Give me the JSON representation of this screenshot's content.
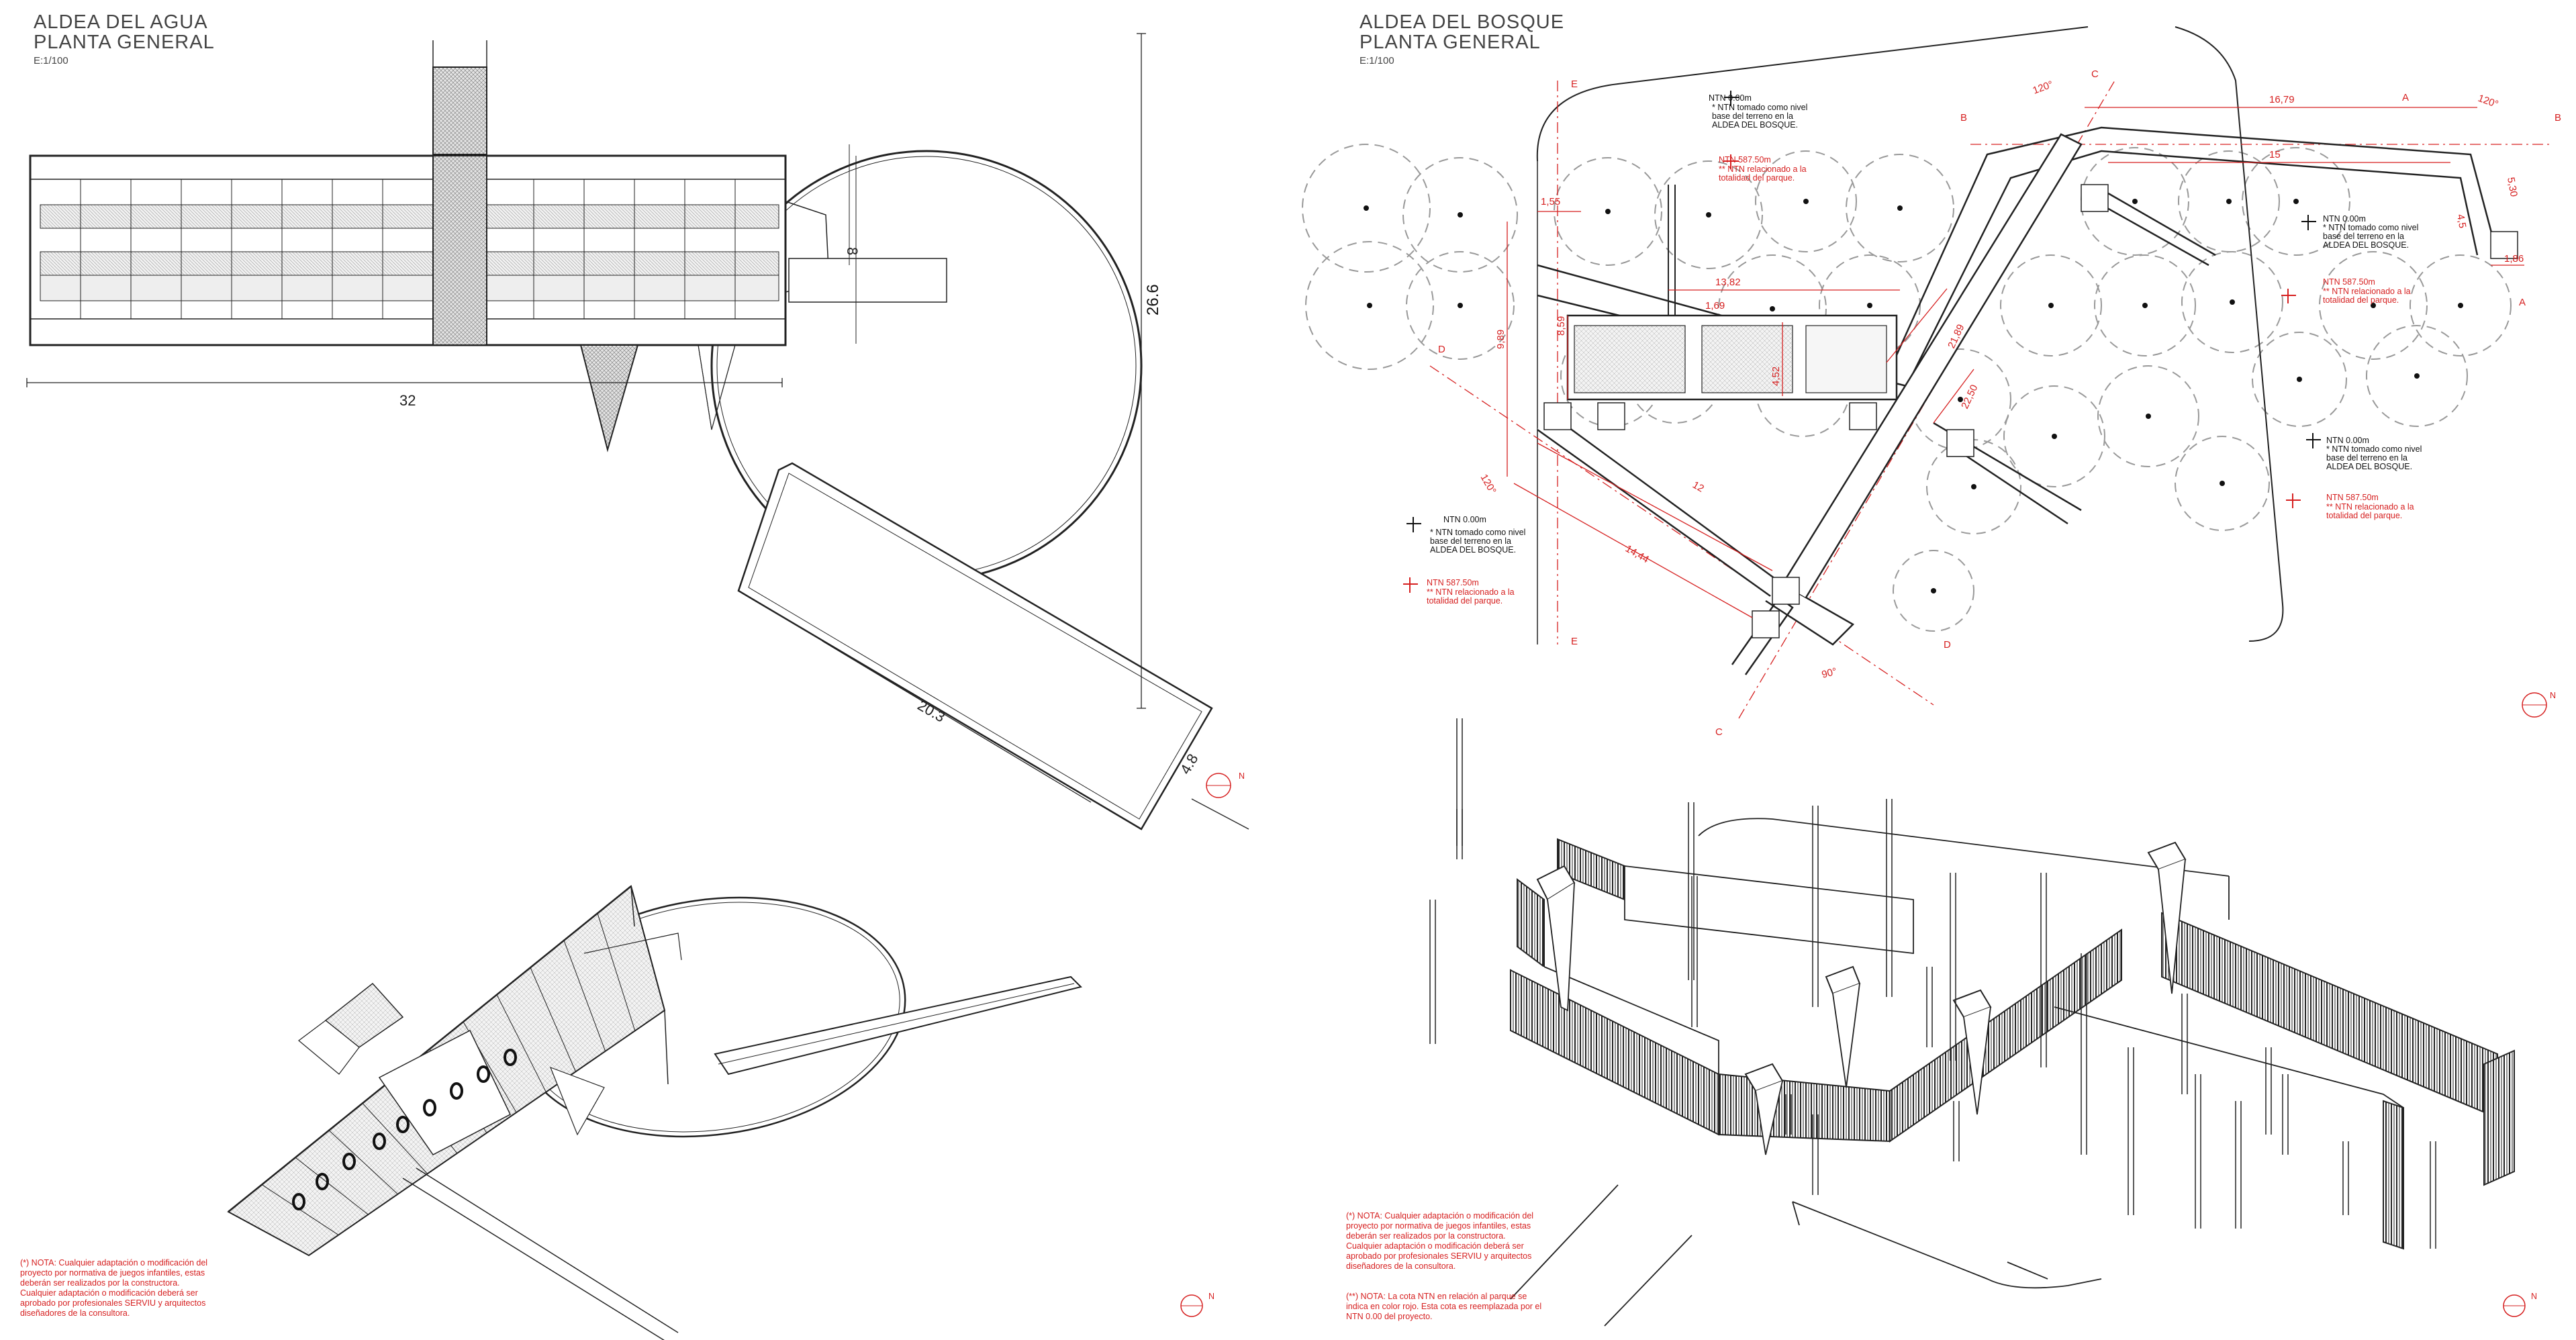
{
  "left": {
    "title_line1": "ALDEA DEL AGUA",
    "title_line2": "PLANTA GENERAL",
    "scale": "E:1/100",
    "dims": {
      "length": "32",
      "width": "8",
      "height_total": "26.6",
      "ramp_length": "20.3",
      "ramp_width": "4.8"
    },
    "note_lines": [
      "(*) NOTA: Cualquier adaptación o modificación del",
      "proyecto por normativa de juegos infantiles, estas",
      "deberán ser realizados por la constructora.",
      "Cualquier adaptación o modificación deberá ser",
      "aprobado por profesionales SERVIU y arquitectos",
      "diseñadores de la consultora."
    ],
    "north": "N"
  },
  "right": {
    "title_line1": "ALDEA DEL BOSQUE",
    "title_line2": "PLANTA GENERAL",
    "scale": "E:1/100",
    "dims": {
      "d1679": "16,79",
      "d15": "15",
      "d1382": "13,82",
      "d169": "1,69",
      "d989": "9,89",
      "d859": "8,59",
      "d452": "4,52",
      "d2189": "21,89",
      "d2250": "22,50",
      "d12": "12",
      "d1444": "14,44",
      "d155": "1,55",
      "d186": "1,86",
      "d530": "5,30",
      "d45": "4,5"
    },
    "angles": {
      "a1": "120°",
      "a2": "120°",
      "a3": "120°",
      "a4": "90°"
    },
    "sections": {
      "A": "A",
      "B": "B",
      "C": "C",
      "D": "D",
      "E": "E"
    },
    "levels": {
      "ntn0": "NTN 0.00m",
      "ntn0_desc_1": "* NTN tomado como nivel",
      "ntn0_desc_2": "base del terreno en la",
      "ntn0_desc_3": "ALDEA DEL BOSQUE.",
      "ntn587": "NTN 587.50m",
      "ntn587_desc_1": "** NTN relacionado a la",
      "ntn587_desc_2": "totalidad del parque."
    },
    "note_lines": [
      "(*) NOTA: Cualquier adaptación o modificación del",
      "proyecto por normativa de juegos infantiles, estas",
      "deberán ser realizados por la constructora.",
      "Cualquier adaptación o modificación deberá ser",
      "aprobado por profesionales SERVIU y arquitectos",
      "diseñadores de la consultora."
    ],
    "note2_lines": [
      "(**) NOTA: La cota NTN en relación al parque se",
      "indica en color rojo. Esta cota es reemplazada por el",
      "NTN 0.00 del proyecto."
    ],
    "north": "N"
  },
  "colors": {
    "line": "#222222",
    "red": "#d62020",
    "grey": "#9a9a9a",
    "fill": "#d8d8d8"
  }
}
